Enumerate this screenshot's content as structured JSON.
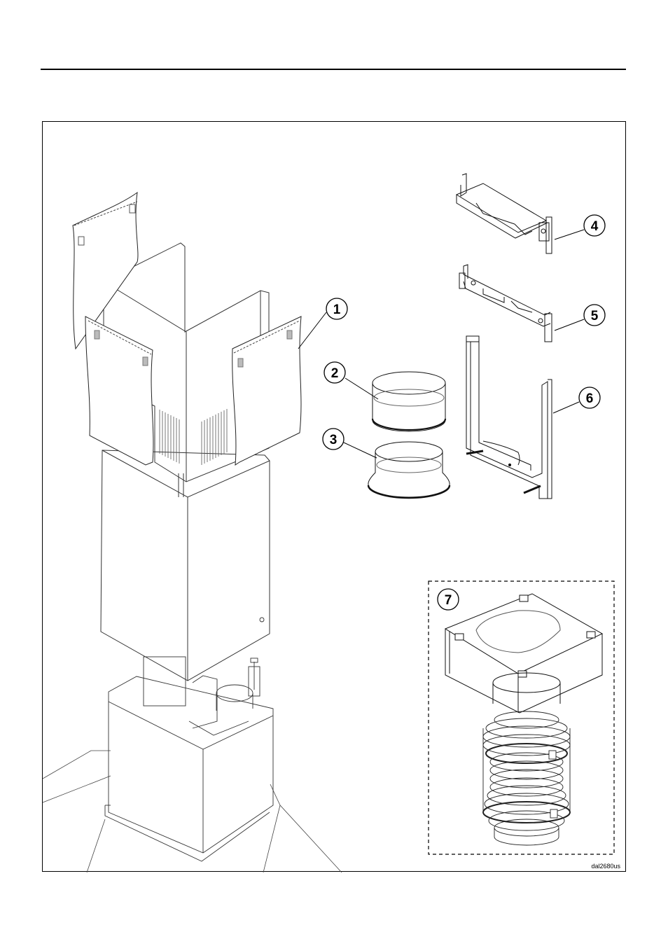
{
  "callouts": [
    "1",
    "2",
    "3",
    "4",
    "5",
    "6",
    "7"
  ],
  "drawing_code": "dal2680us"
}
